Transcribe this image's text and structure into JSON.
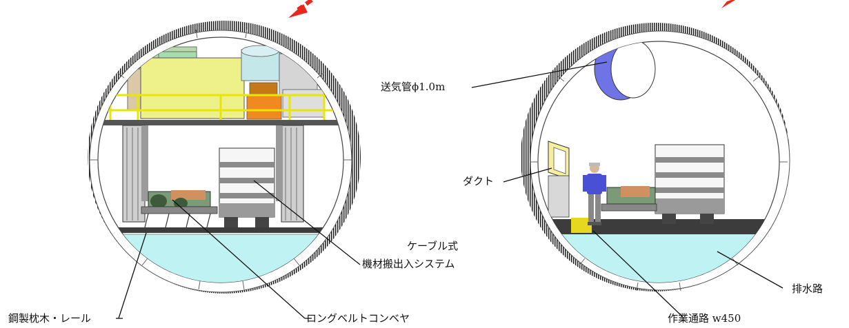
{
  "diagram": {
    "left_section": {
      "labels": {
        "cable_system_line1": "ケーブル式",
        "cable_system_line2": "機材搬出入システム",
        "steel_sleepers_rail": "鋼製枕木・レール",
        "long_belt_conveyor": "ロングベルトコンベヤ"
      }
    },
    "right_section": {
      "labels": {
        "air_supply_pipe": "送気管ϕ1.0m",
        "duct": "ダクト",
        "drainage": "排水路",
        "work_passage": "作業通路 w450"
      }
    }
  },
  "colors": {
    "arrow": "#e8281e",
    "water": "#bff3f3",
    "yellow_machine": "#eef08a",
    "railing": "#e6e60a",
    "orange_machine": "#f08a1e",
    "pipe": "#6e74e6",
    "worker_shirt": "#4a50d6",
    "floor": "#3c3c3c"
  }
}
